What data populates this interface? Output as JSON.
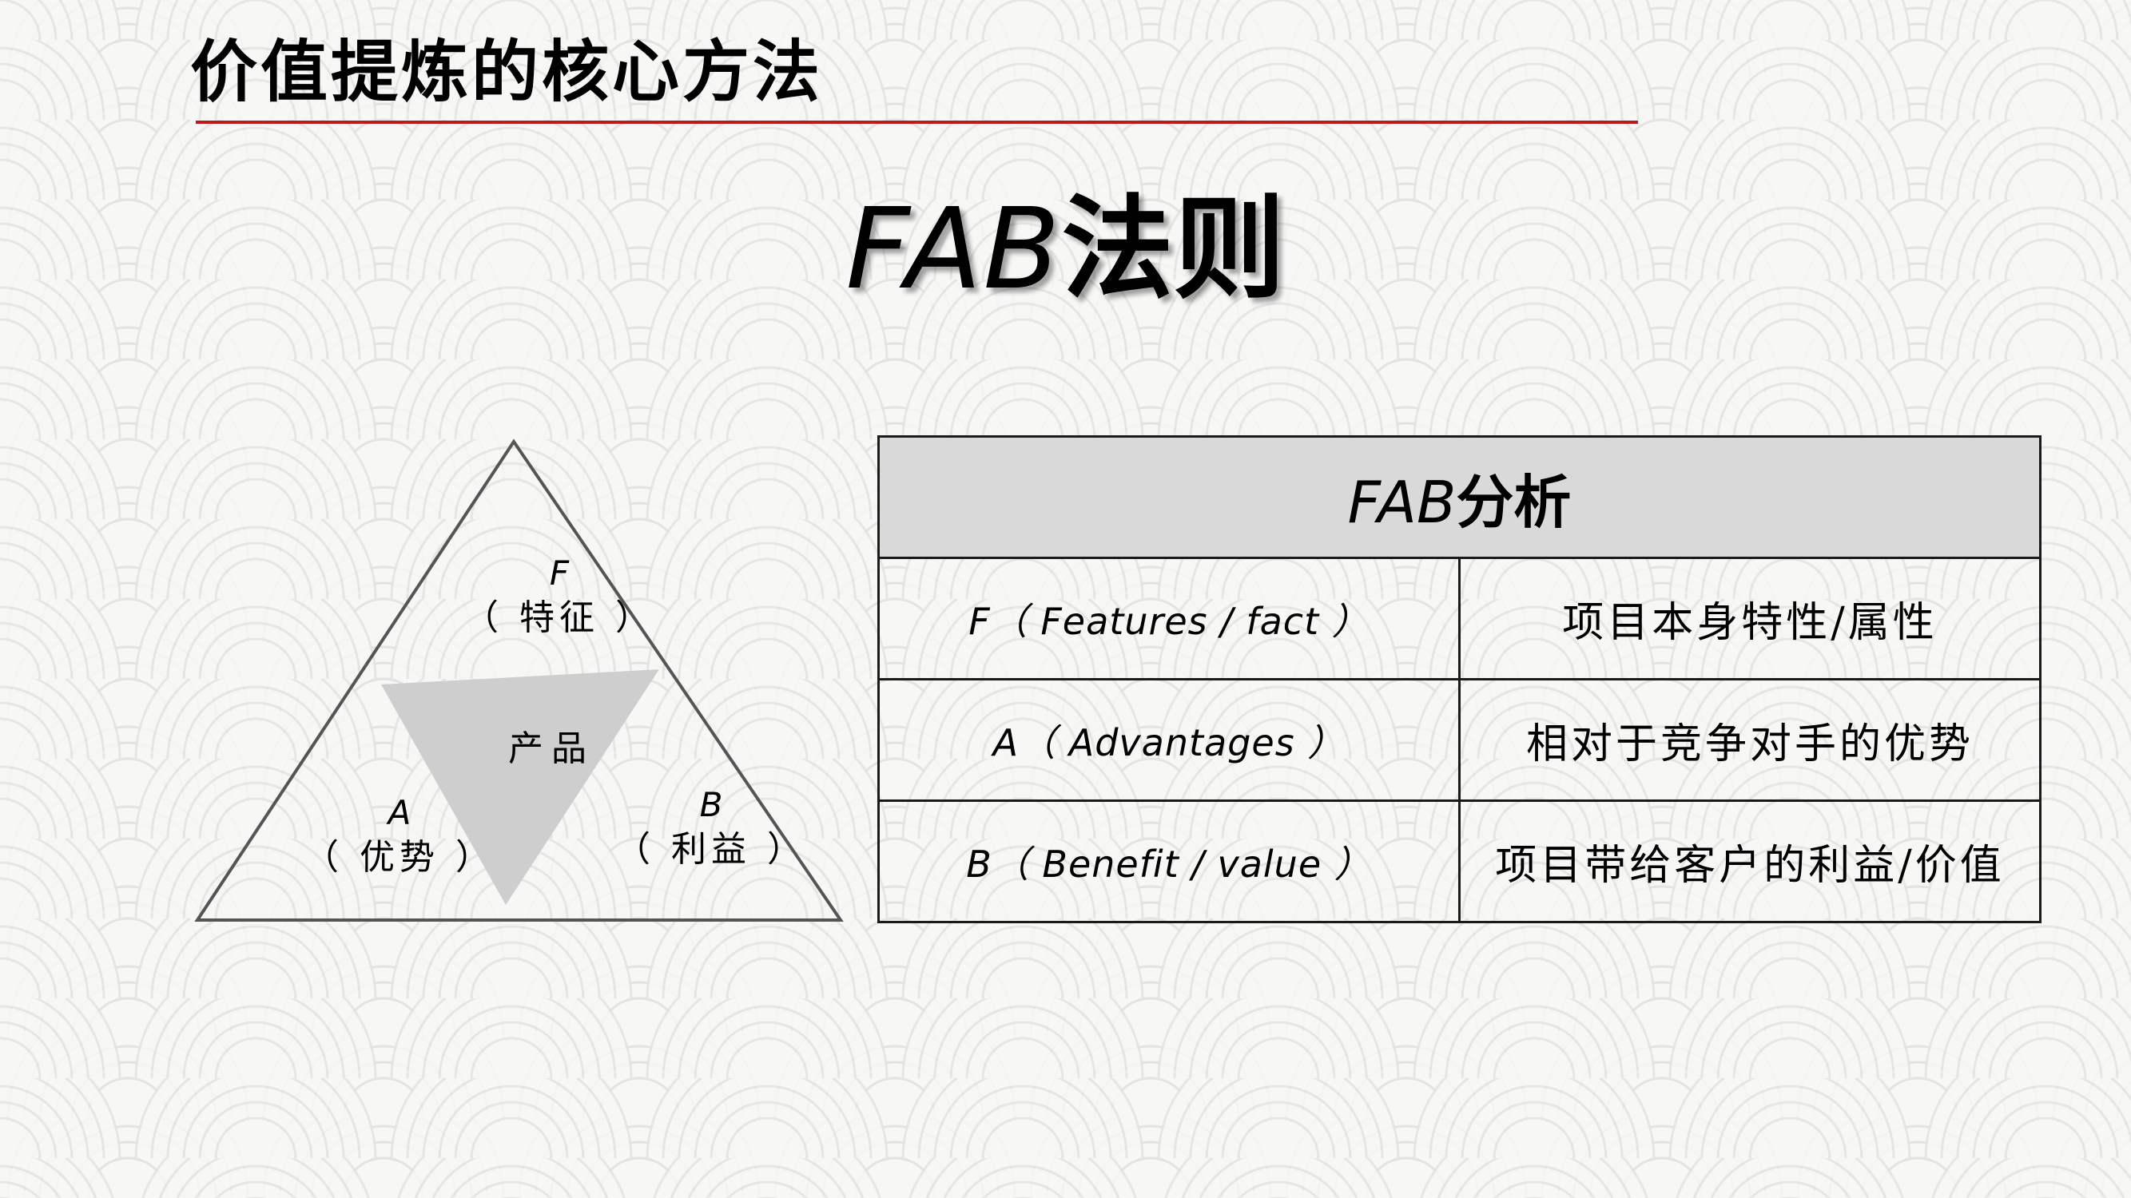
{
  "slide": {
    "title": "价值提炼的核心方法",
    "title_rule_color": "#c0161c",
    "heading_latin": "FAB",
    "heading_cn": "法则"
  },
  "diagram": {
    "outer_triangle_stroke": "#555555",
    "inner_triangle_fill": "#cfcecf",
    "center_label": "产品",
    "vertices": [
      {
        "key": "F",
        "letter": "F",
        "label": "（ 特征 ）"
      },
      {
        "key": "A",
        "letter": "A",
        "label": "（ 优势 ）"
      },
      {
        "key": "B",
        "letter": "B",
        "label": "（ 利益 ）"
      }
    ]
  },
  "table": {
    "header_latin": "FAB",
    "header_cn": "分析",
    "header_bg": "#d9d9d9",
    "rows": [
      {
        "term": "F（ Features / fact ）",
        "description": "项目本身特性/属性"
      },
      {
        "term": "A（ Advantages ）",
        "description": "相对于竞争对手的优势"
      },
      {
        "term": "B（ Benefit / value ）",
        "description": "项目带给客户的利益/价值"
      }
    ]
  },
  "background": {
    "base_color": "#f7f7f6",
    "pattern": "seigaiha-wave-arcs",
    "pattern_line_color": "#e4e3e0"
  }
}
